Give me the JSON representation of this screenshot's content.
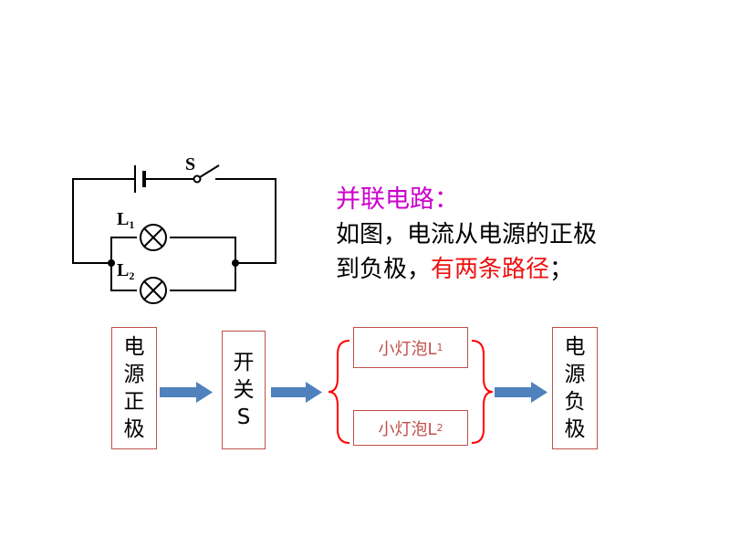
{
  "circuit": {
    "switch_label": "S",
    "lamp1_label": "L",
    "lamp1_sub": "1",
    "lamp2_label": "L",
    "lamp2_sub": "2"
  },
  "text": {
    "title": "并联电路：",
    "line1": "如图，电流从电源的正极",
    "line2_prefix": "到负极，",
    "line2_highlight": "有两条路径",
    "line2_suffix": "；"
  },
  "flow": {
    "source_positive": [
      "电",
      "源",
      "正",
      "极"
    ],
    "switch": [
      "开",
      "关",
      "S"
    ],
    "lamp1_text": "小灯泡L",
    "lamp1_sub": "1",
    "lamp2_text": "小灯泡L",
    "lamp2_sub": "2",
    "source_negative": [
      "电",
      "源",
      "负",
      "极"
    ]
  },
  "colors": {
    "title": "#cc00cc",
    "highlight": "#ee1111",
    "box_border": "#c0504d",
    "arrow": "#4f81bd"
  }
}
